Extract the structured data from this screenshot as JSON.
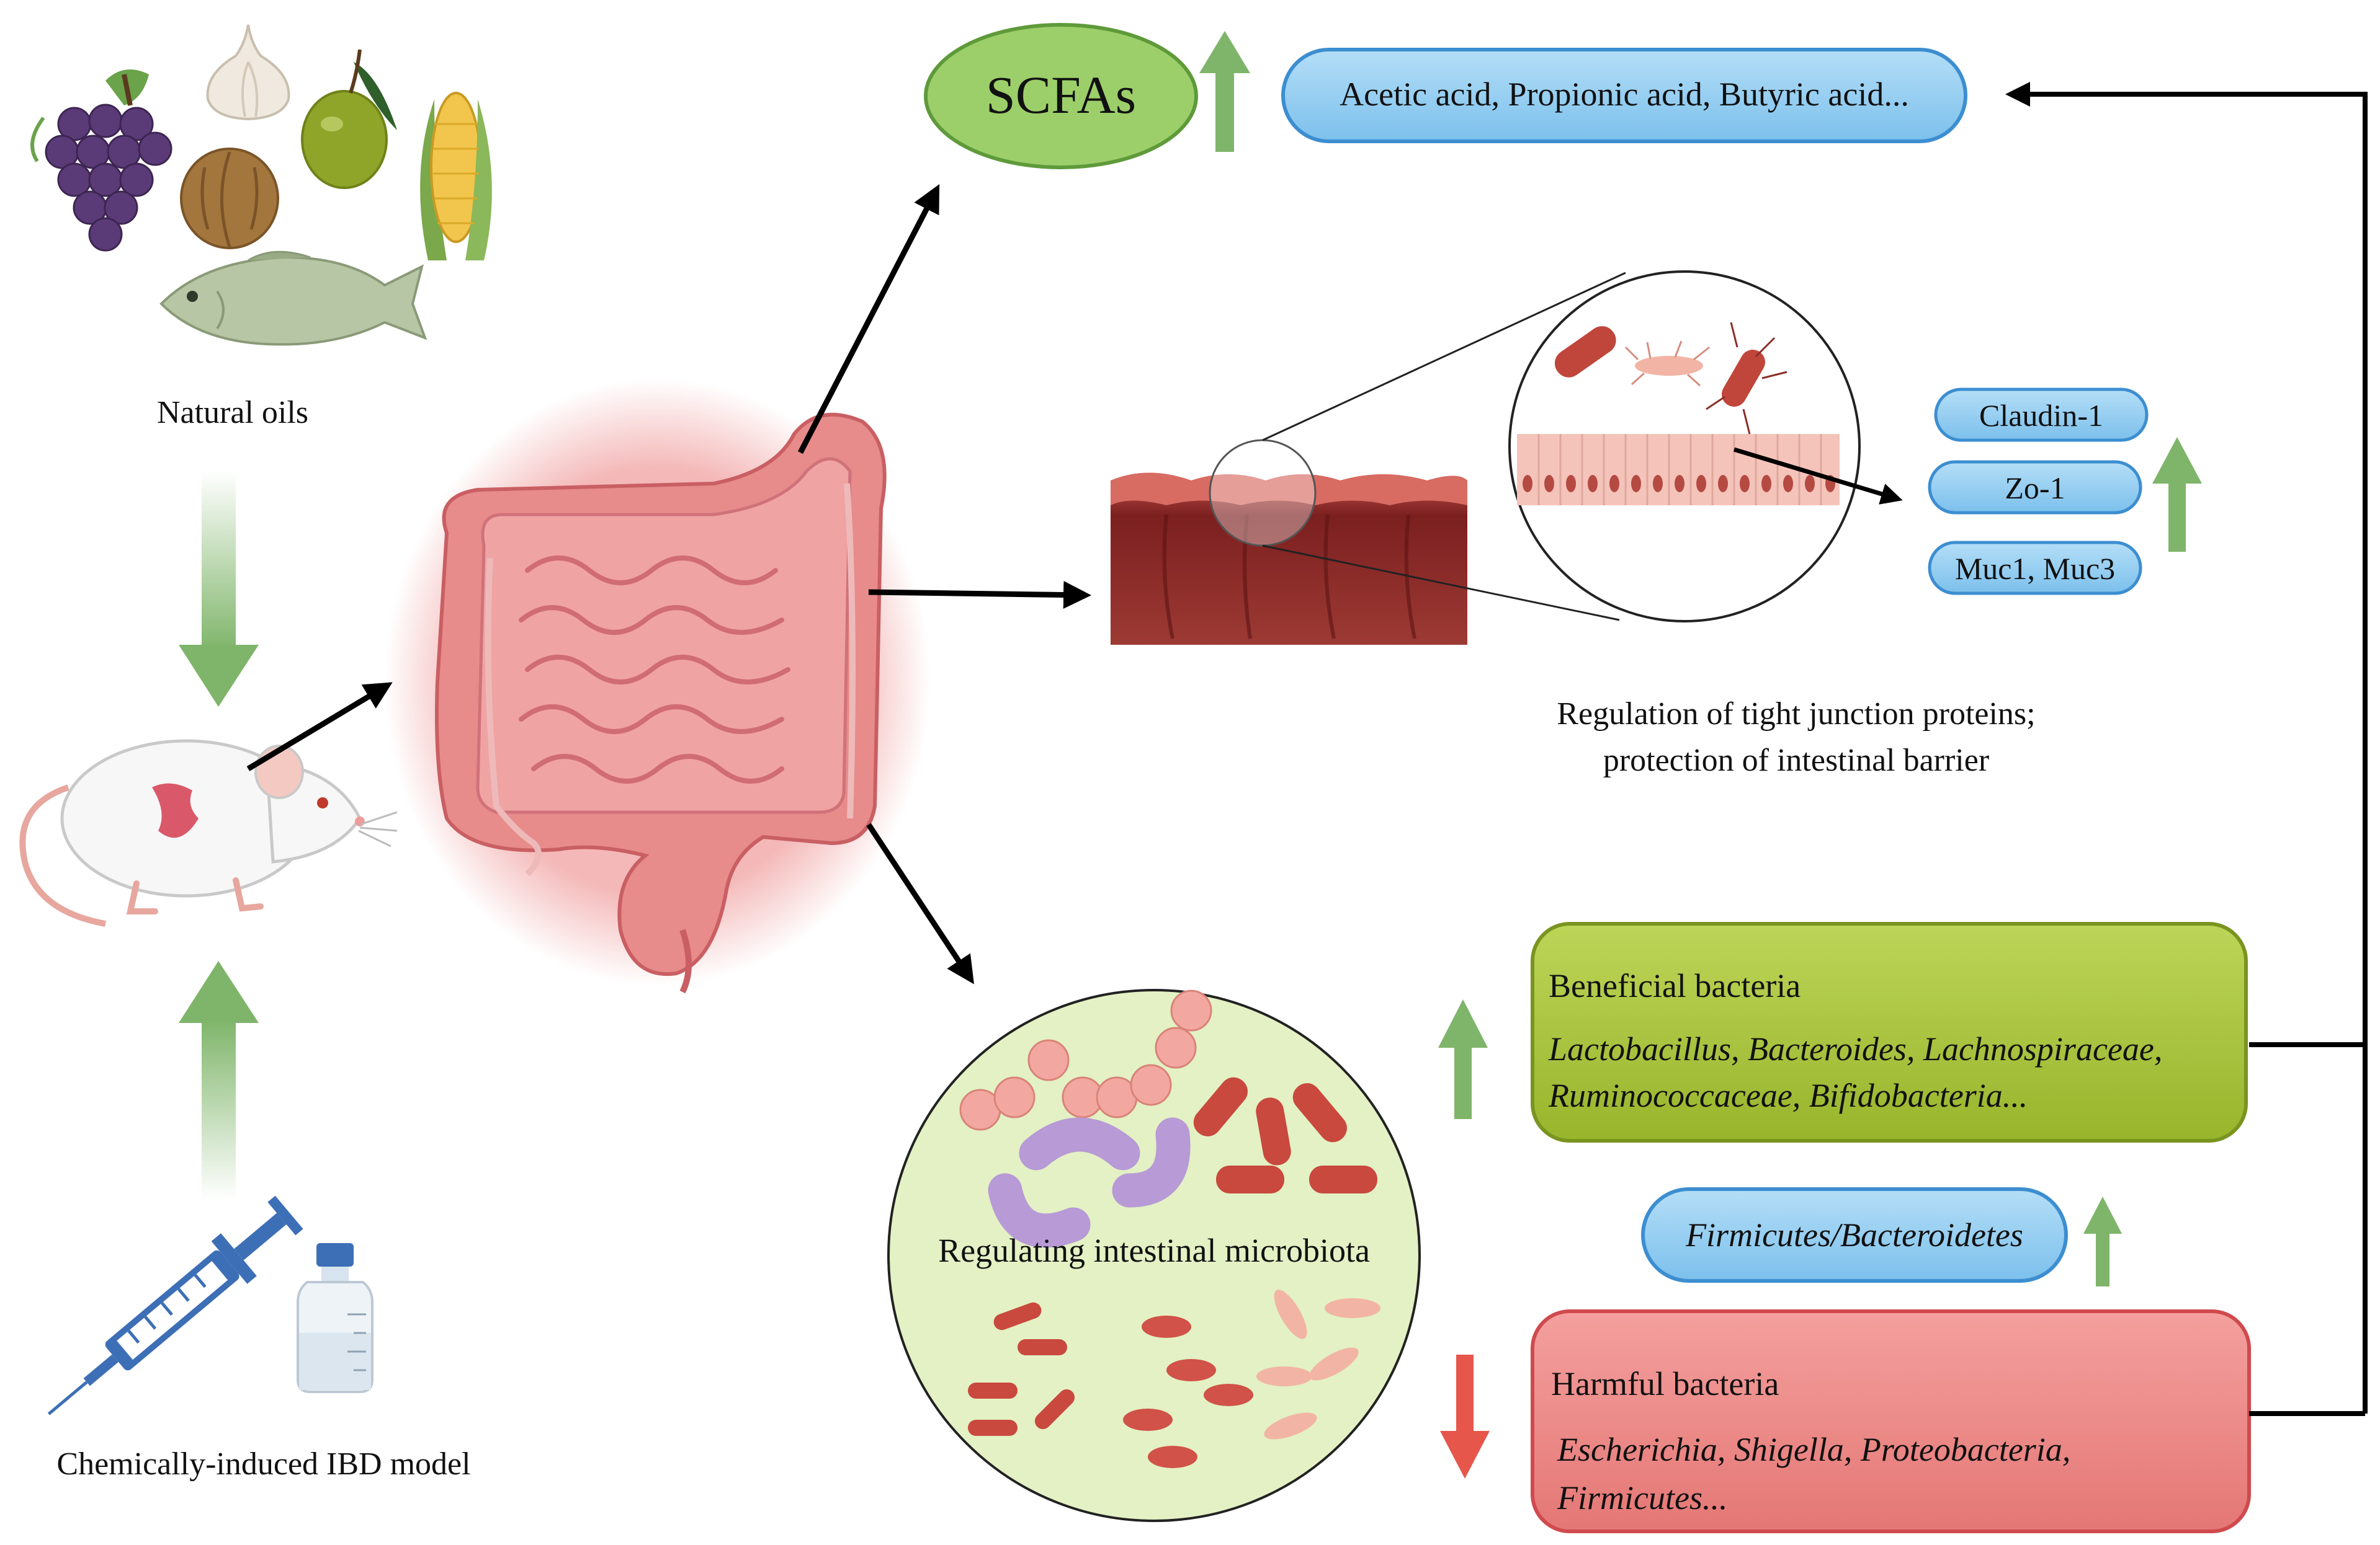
{
  "labels": {
    "natural_oils": "Natural oils",
    "ibd_model": "Chemically-induced IBD model",
    "scfas": "SCFAs",
    "scfa_types": "Acetic acid, Propionic acid, Butyric acid...",
    "claudin": "Claudin-1",
    "zo1": "Zo-1",
    "muc": "Muc1, Muc3",
    "tight_junction_line1": "Regulation of tight junction proteins;",
    "tight_junction_line2": "protection of intestinal barrier",
    "microbiota": "Regulating intestinal microbiota",
    "beneficial_title": "Beneficial bacteria",
    "beneficial_line1": "Lactobacillus, Bacteroides, Lachnospiraceae,",
    "beneficial_line2": "Ruminococcaceae, Bifidobacteria...",
    "ratio": "Firmicutes/Bacteroidetes",
    "harmful_title": "Harmful bacteria",
    "harmful_line1": "Escherichia, Shigella, Proteobacteria,",
    "harmful_line2": "Firmicutes..."
  },
  "colors": {
    "green_box": "#a8c63b",
    "green_oval": "#9ccf6a",
    "blue_pill": "#8ecdf2",
    "red_box": "#ee8a88",
    "up_arrow": "#7fb56a",
    "down_arrow": "#e6564b",
    "gut": "#e58a8a",
    "colon": "#8c2e2e"
  },
  "icons": [
    "grapes-icon",
    "garlic-icon",
    "olive-icon",
    "walnut-icon",
    "corn-icon",
    "fish-icon",
    "mouse-icon",
    "syringe-icon",
    "vial-icon",
    "intestine-icon",
    "colon-section-icon",
    "bacteria-icon"
  ]
}
